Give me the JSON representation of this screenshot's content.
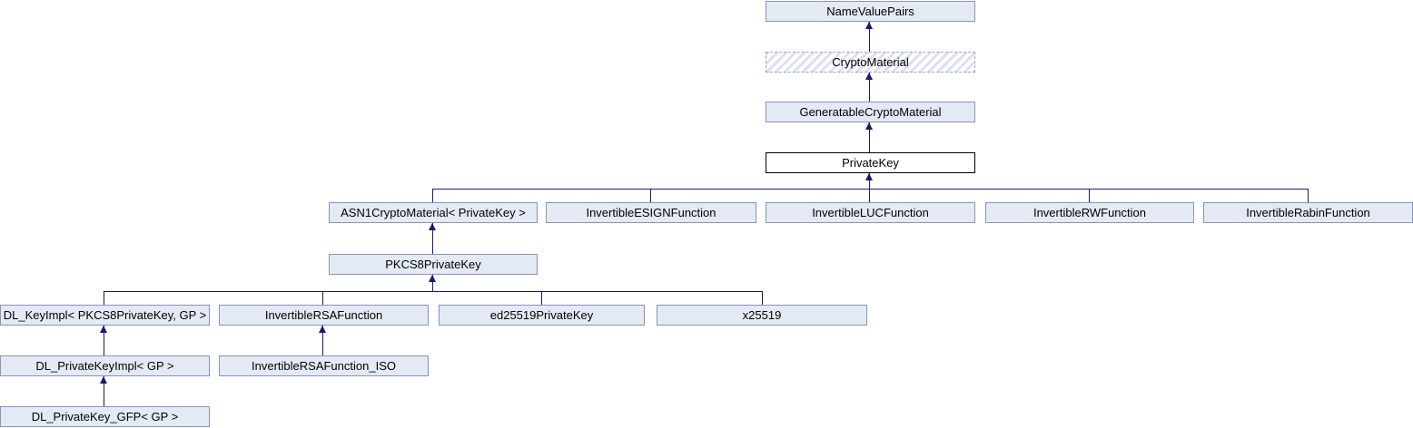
{
  "diagram": {
    "type": "class-inheritance-graph",
    "nodes": [
      {
        "label": "NameValuePairs",
        "style": "normal"
      },
      {
        "label": "CryptoMaterial",
        "style": "hatched"
      },
      {
        "label": "GeneratableCryptoMaterial",
        "style": "normal"
      },
      {
        "label": "PrivateKey",
        "style": "current"
      },
      {
        "label": "ASN1CryptoMaterial< PrivateKey >",
        "style": "normal"
      },
      {
        "label": "InvertibleESIGNFunction",
        "style": "normal"
      },
      {
        "label": "InvertibleLUCFunction",
        "style": "normal"
      },
      {
        "label": "InvertibleRWFunction",
        "style": "normal"
      },
      {
        "label": "InvertibleRabinFunction",
        "style": "normal"
      },
      {
        "label": "PKCS8PrivateKey",
        "style": "normal"
      },
      {
        "label": "DL_KeyImpl< PKCS8PrivateKey, GP >",
        "style": "normal"
      },
      {
        "label": "InvertibleRSAFunction",
        "style": "normal"
      },
      {
        "label": "ed25519PrivateKey",
        "style": "normal"
      },
      {
        "label": "x25519",
        "style": "normal"
      },
      {
        "label": "DL_PrivateKeyImpl< GP >",
        "style": "normal"
      },
      {
        "label": "InvertibleRSAFunction_ISO",
        "style": "normal"
      },
      {
        "label": "DL_PrivateKey_GFP< GP >",
        "style": "normal"
      }
    ],
    "edges": [
      {
        "from": "CryptoMaterial",
        "to": "NameValuePairs"
      },
      {
        "from": "GeneratableCryptoMaterial",
        "to": "CryptoMaterial"
      },
      {
        "from": "PrivateKey",
        "to": "GeneratableCryptoMaterial"
      },
      {
        "from": "ASN1CryptoMaterial< PrivateKey >",
        "to": "PrivateKey"
      },
      {
        "from": "InvertibleESIGNFunction",
        "to": "PrivateKey"
      },
      {
        "from": "InvertibleLUCFunction",
        "to": "PrivateKey"
      },
      {
        "from": "InvertibleRWFunction",
        "to": "PrivateKey"
      },
      {
        "from": "InvertibleRabinFunction",
        "to": "PrivateKey"
      },
      {
        "from": "PKCS8PrivateKey",
        "to": "ASN1CryptoMaterial< PrivateKey >"
      },
      {
        "from": "DL_KeyImpl< PKCS8PrivateKey, GP >",
        "to": "PKCS8PrivateKey"
      },
      {
        "from": "InvertibleRSAFunction",
        "to": "PKCS8PrivateKey"
      },
      {
        "from": "ed25519PrivateKey",
        "to": "PKCS8PrivateKey"
      },
      {
        "from": "x25519",
        "to": "PKCS8PrivateKey"
      },
      {
        "from": "DL_PrivateKeyImpl< GP >",
        "to": "DL_KeyImpl< PKCS8PrivateKey, GP >"
      },
      {
        "from": "InvertibleRSAFunction_ISO",
        "to": "InvertibleRSAFunction"
      },
      {
        "from": "DL_PrivateKey_GFP< GP >",
        "to": "DL_PrivateKeyImpl< GP >"
      }
    ],
    "colors": {
      "node_fill": "#E4EAF4",
      "node_border": "#8494BE",
      "current_node_fill": "#FFFFFF",
      "current_node_border": "#000000",
      "hatched_stripe": "#DCE0F2",
      "hatched_border": "#9AA6D4",
      "edge_line": "#191970",
      "text": "#000000",
      "background": "#FFFFFF"
    }
  }
}
